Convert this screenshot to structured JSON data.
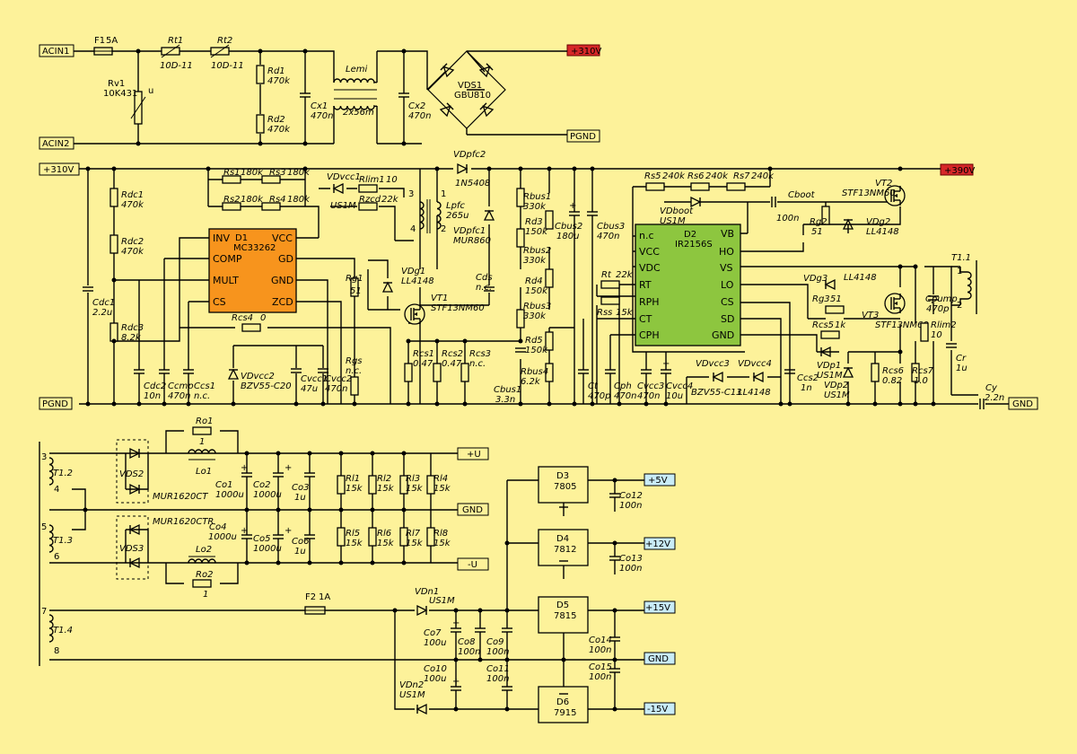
{
  "nets": {
    "acin1": "ACIN1",
    "acin2": "ACIN2",
    "v310_left": "+310V",
    "v310_red": "+310V",
    "v390_red": "+390V",
    "pgnd_left": "PGND",
    "pgnd_bridge": "PGND",
    "gnd_right": "GND",
    "plus_u": "+U",
    "minus_u": "-U",
    "gnd_sec1": "GND",
    "gnd_sec2": "GND",
    "p5": "+5V",
    "p12": "+12V",
    "p15": "+15V",
    "m15": "-15V"
  },
  "colors": {
    "background": "#fdf29a",
    "ic1": "#f7941d",
    "ic2": "#8dc63f",
    "red_label": "#d62828",
    "cyan_label": "#c9ecf7"
  },
  "components": {
    "F1": [
      "F1",
      "5A"
    ],
    "Rt1": [
      "Rt1",
      "10D-11"
    ],
    "Rt2": [
      "Rt2",
      "10D-11"
    ],
    "Rv1": [
      "Rv1",
      "10K431",
      "u"
    ],
    "Rd1": [
      "Rd1",
      "470k"
    ],
    "Rd2": [
      "Rd2",
      "470k"
    ],
    "Cx1": [
      "Cx1",
      "470n"
    ],
    "Lemi": [
      "Lemi",
      "2x56m"
    ],
    "Cx2": [
      "Cx2",
      "470n"
    ],
    "VDS1": [
      "VDS1",
      "GBU810"
    ],
    "Rdc1": [
      "Rdc1",
      "470k"
    ],
    "Rdc2": [
      "Rdc2",
      "470k"
    ],
    "Rdc3": [
      "Rdc3",
      "8.2k"
    ],
    "Cdc1": [
      "Cdc1",
      "2.2u"
    ],
    "Cdc2": [
      "Cdc2",
      "10n"
    ],
    "Ccmp": [
      "Ccmp",
      "470n"
    ],
    "Ccs1": [
      "Ccs1",
      "n.c."
    ],
    "Rs1": [
      "Rs1",
      "180k"
    ],
    "Rs2": [
      "Rs2",
      "180k"
    ],
    "Rs3": [
      "Rs3",
      "180k"
    ],
    "Rs4": [
      "Rs4",
      "180k"
    ],
    "VDvcc1": [
      "VDvcc1",
      "US1M"
    ],
    "Rlim1": [
      "Rlim1",
      "10"
    ],
    "Rzcd": [
      "Rzcd",
      "22k"
    ],
    "D1": [
      "D1",
      "MC33262"
    ],
    "Rcs4": [
      "Rcs4",
      "0"
    ],
    "VDvcc2": [
      "VDvcc2",
      "BZV55-C20"
    ],
    "Cvcc1": [
      "Cvcc1",
      "47u"
    ],
    "Cvcc2": [
      "Cvcc2",
      "470n"
    ],
    "Rg1": [
      "Rg1",
      "51"
    ],
    "VDg1": [
      "VDg1",
      "LL4148"
    ],
    "Rgs": [
      "Rgs",
      "n.c."
    ],
    "VT1": [
      "VT1",
      "STF13NM60"
    ],
    "Lpfc": [
      "Lpfc",
      "265u"
    ],
    "VDpfc2": [
      "VDpfc2",
      "1N5408"
    ],
    "VDpfc1": [
      "VDpfc1",
      "MUR860"
    ],
    "Cds": [
      "Cds",
      "n.c."
    ],
    "Rcs1": [
      "Rcs1",
      "0.47"
    ],
    "Rcs2": [
      "Rcs2",
      "0.47"
    ],
    "Rcs3": [
      "Rcs3",
      "n.c."
    ],
    "Cbus1": [
      "Cbus1",
      "3.3n"
    ],
    "Rbus1": [
      "Rbus1",
      "330k"
    ],
    "Rd3": [
      "Rd3",
      "150k"
    ],
    "Rbus2": [
      "Rbus2",
      "330k"
    ],
    "Rd4": [
      "Rd4",
      "150k"
    ],
    "Rbus3": [
      "Rbus3",
      "330k"
    ],
    "Rd5": [
      "Rd5",
      "150k"
    ],
    "Rbus4": [
      "Rbus4",
      "6.2k"
    ],
    "Cbus2": [
      "Cbus2",
      "180u"
    ],
    "Cbus3": [
      "Cbus3",
      "470n"
    ],
    "Rs5": [
      "Rs5",
      "240k"
    ],
    "Rs6": [
      "Rs6",
      "240k"
    ],
    "Rs7": [
      "Rs7",
      "240k"
    ],
    "VDboot": [
      "VDboot",
      "US1M"
    ],
    "Cboot": [
      "Cboot",
      "100n"
    ],
    "D2": [
      "D2",
      "IR2156S"
    ],
    "Rt": [
      "Rt",
      "22k"
    ],
    "Rss": [
      "Rss",
      "15k"
    ],
    "Ct": [
      "Ct",
      "470p"
    ],
    "Cph": [
      "Cph",
      "470n"
    ],
    "Cvcc3": [
      "Cvcc3",
      "470n"
    ],
    "Cvcc4": [
      "Cvcc4",
      "10u"
    ],
    "VDvcc3": [
      "VDvcc3",
      "BZV55-C13"
    ],
    "VDvcc4": [
      "VDvcc4",
      "LL4148"
    ],
    "Rg2": [
      "Rg2",
      "51"
    ],
    "VDg2": [
      "VDg2",
      "LL4148"
    ],
    "VT2": [
      "VT2",
      "STF13NM60"
    ],
    "VDg3": [
      "VDg3",
      "LL4148"
    ],
    "Rg3": [
      "Rg3",
      "51"
    ],
    "VT3": [
      "VT3",
      "STF13NM60"
    ],
    "Rcs5": [
      "Rcs5",
      "1k"
    ],
    "VDp1": [
      "VDp1",
      "US1M"
    ],
    "VDp2": [
      "VDp2",
      "US1M"
    ],
    "Ccs2": [
      "Ccs2",
      "1n"
    ],
    "Rcs6": [
      "Rcs6",
      "0.82"
    ],
    "Rcs7": [
      "Rcs7",
      "1.0"
    ],
    "Cpump": [
      "Cpump",
      "470p"
    ],
    "Rlim2": [
      "Rlim2",
      "10"
    ],
    "Cr": [
      "Cr",
      "1u"
    ],
    "Cy": [
      "Cy",
      "2.2n"
    ],
    "T11": [
      "T1.1"
    ],
    "T12": [
      "T1.2"
    ],
    "T13": [
      "T1.3"
    ],
    "T14": [
      "T1.4"
    ],
    "VDS2": [
      "VDS2",
      "MUR1620CT"
    ],
    "VDS3": [
      "VDS3",
      "MUR1620CTR"
    ],
    "Ro1": [
      "Ro1",
      "1"
    ],
    "Lo1": [
      "Lo1"
    ],
    "Ro2": [
      "Ro2",
      "1"
    ],
    "Lo2": [
      "Lo2"
    ],
    "Co1": [
      "Co1",
      "1000u"
    ],
    "Co2": [
      "Co2",
      "1000u"
    ],
    "Co3": [
      "Co3",
      "1u"
    ],
    "Co4": [
      "Co4",
      "1000u"
    ],
    "Co5": [
      "Co5",
      "1000u"
    ],
    "Co6": [
      "Co6",
      "1u"
    ],
    "Rl1": [
      "Rl1",
      "15k"
    ],
    "Rl2": [
      "Rl2",
      "15k"
    ],
    "Rl3": [
      "Rl3",
      "15k"
    ],
    "Rl4": [
      "Rl4",
      "15k"
    ],
    "Rl5": [
      "Rl5",
      "15k"
    ],
    "Rl6": [
      "Rl6",
      "15k"
    ],
    "Rl7": [
      "Rl7",
      "15k"
    ],
    "Rl8": [
      "Rl8",
      "15k"
    ],
    "F2": [
      "F2",
      "1A"
    ],
    "VDn1": [
      "VDn1",
      "US1M"
    ],
    "VDn2": [
      "VDn2",
      "US1M"
    ],
    "Co7": [
      "Co7",
      "100u"
    ],
    "Co8": [
      "Co8",
      "100n"
    ],
    "Co9": [
      "Co9",
      "100n"
    ],
    "Co10": [
      "Co10",
      "100u"
    ],
    "Co11": [
      "Co11",
      "100n"
    ],
    "D3": [
      "D3",
      "7805"
    ],
    "D4": [
      "D4",
      "7812"
    ],
    "D5": [
      "D5",
      "7815"
    ],
    "D6": [
      "D6",
      "7915"
    ],
    "Co12": [
      "Co12",
      "100n"
    ],
    "Co13": [
      "Co13",
      "100n"
    ],
    "Co14": [
      "Co14",
      "100n"
    ],
    "Co15": [
      "Co15",
      "100n"
    ]
  },
  "pins": {
    "d1": [
      "INV",
      "COMP",
      "MULT",
      "CS",
      "VCC",
      "GD",
      "GND",
      "ZCD"
    ],
    "d2": [
      "n.c",
      "VCC",
      "VDC",
      "RT",
      "RPH",
      "CT",
      "CPH",
      "VB",
      "HO",
      "VS",
      "LO",
      "CS",
      "SD",
      "GND"
    ],
    "winding": [
      "1",
      "2",
      "3",
      "4",
      "5",
      "6",
      "7",
      "8"
    ]
  }
}
